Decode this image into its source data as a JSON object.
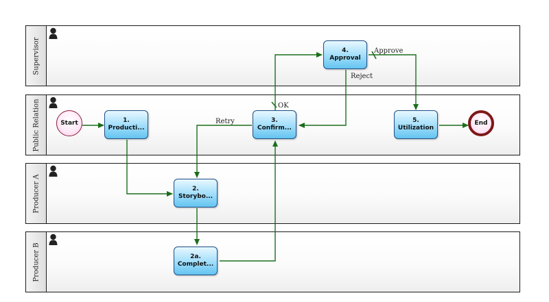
{
  "lanes": [
    {
      "label": "Supervisor"
    },
    {
      "label": "Public Relation"
    },
    {
      "label": "Producer A"
    },
    {
      "label": "Producer B"
    }
  ],
  "events": {
    "start": "Start",
    "end": "End"
  },
  "tasks": {
    "production": {
      "num": "1.",
      "name": "Producti..."
    },
    "storyboard": {
      "num": "2.",
      "name": "Storybo..."
    },
    "complete": {
      "num": "2a.",
      "name": "Complet..."
    },
    "confirm": {
      "num": "3.",
      "name": "Confirm..."
    },
    "approval": {
      "num": "4.",
      "name": "Approval"
    },
    "utilization": {
      "num": "5.",
      "name": "Utilization"
    }
  },
  "flow_labels": {
    "ok": "OK",
    "approve": "Approve",
    "reject": "Reject",
    "retry": "Retry"
  },
  "colors": {
    "flow": "#1a6e1a",
    "task_border": "#1f4f86",
    "end_border": "#7d1818"
  }
}
